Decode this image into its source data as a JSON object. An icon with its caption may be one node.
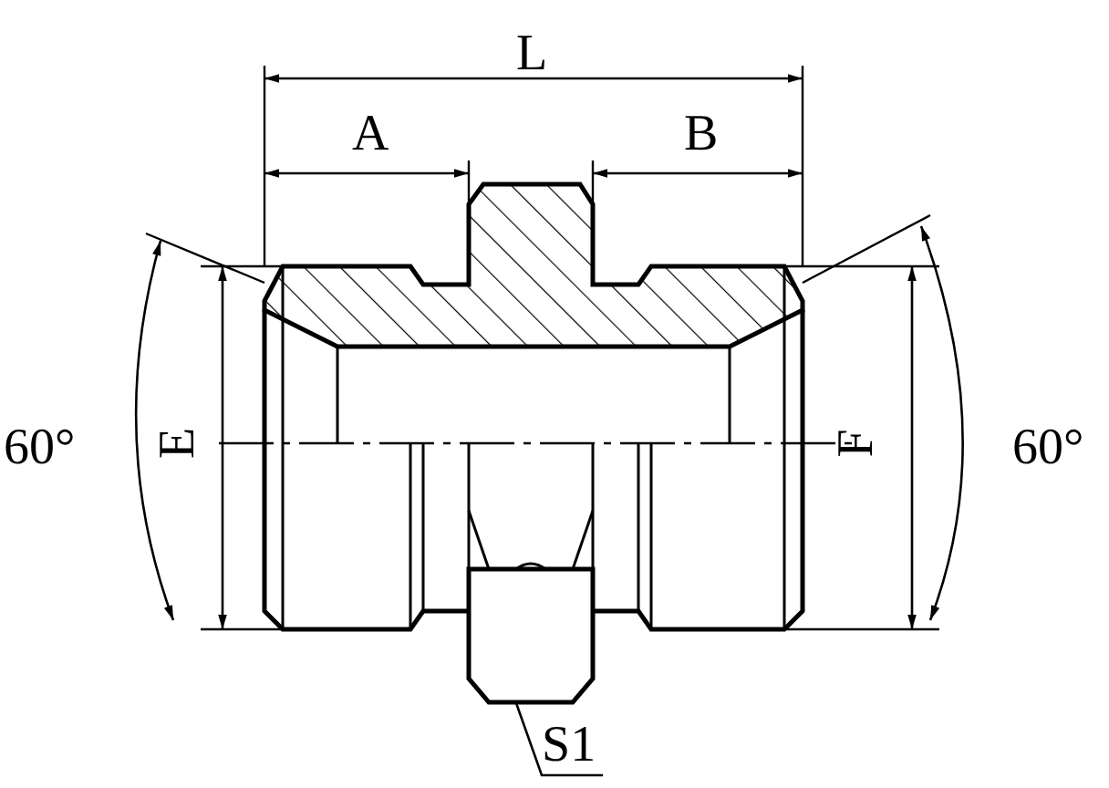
{
  "diagram": {
    "nodes": [
      {
        "text": [
          "S1"
        ]
      },
      {
        "text": [],
        "shape": "hexagon"
      }
    ],
    "edges": [
      {
        "from": 0,
        "to": 1,
        "arrow": "none"
      }
    ],
    "labels": [
      "L",
      "A",
      "B",
      "60°",
      "E",
      "F",
      "60°"
    ]
  }
}
